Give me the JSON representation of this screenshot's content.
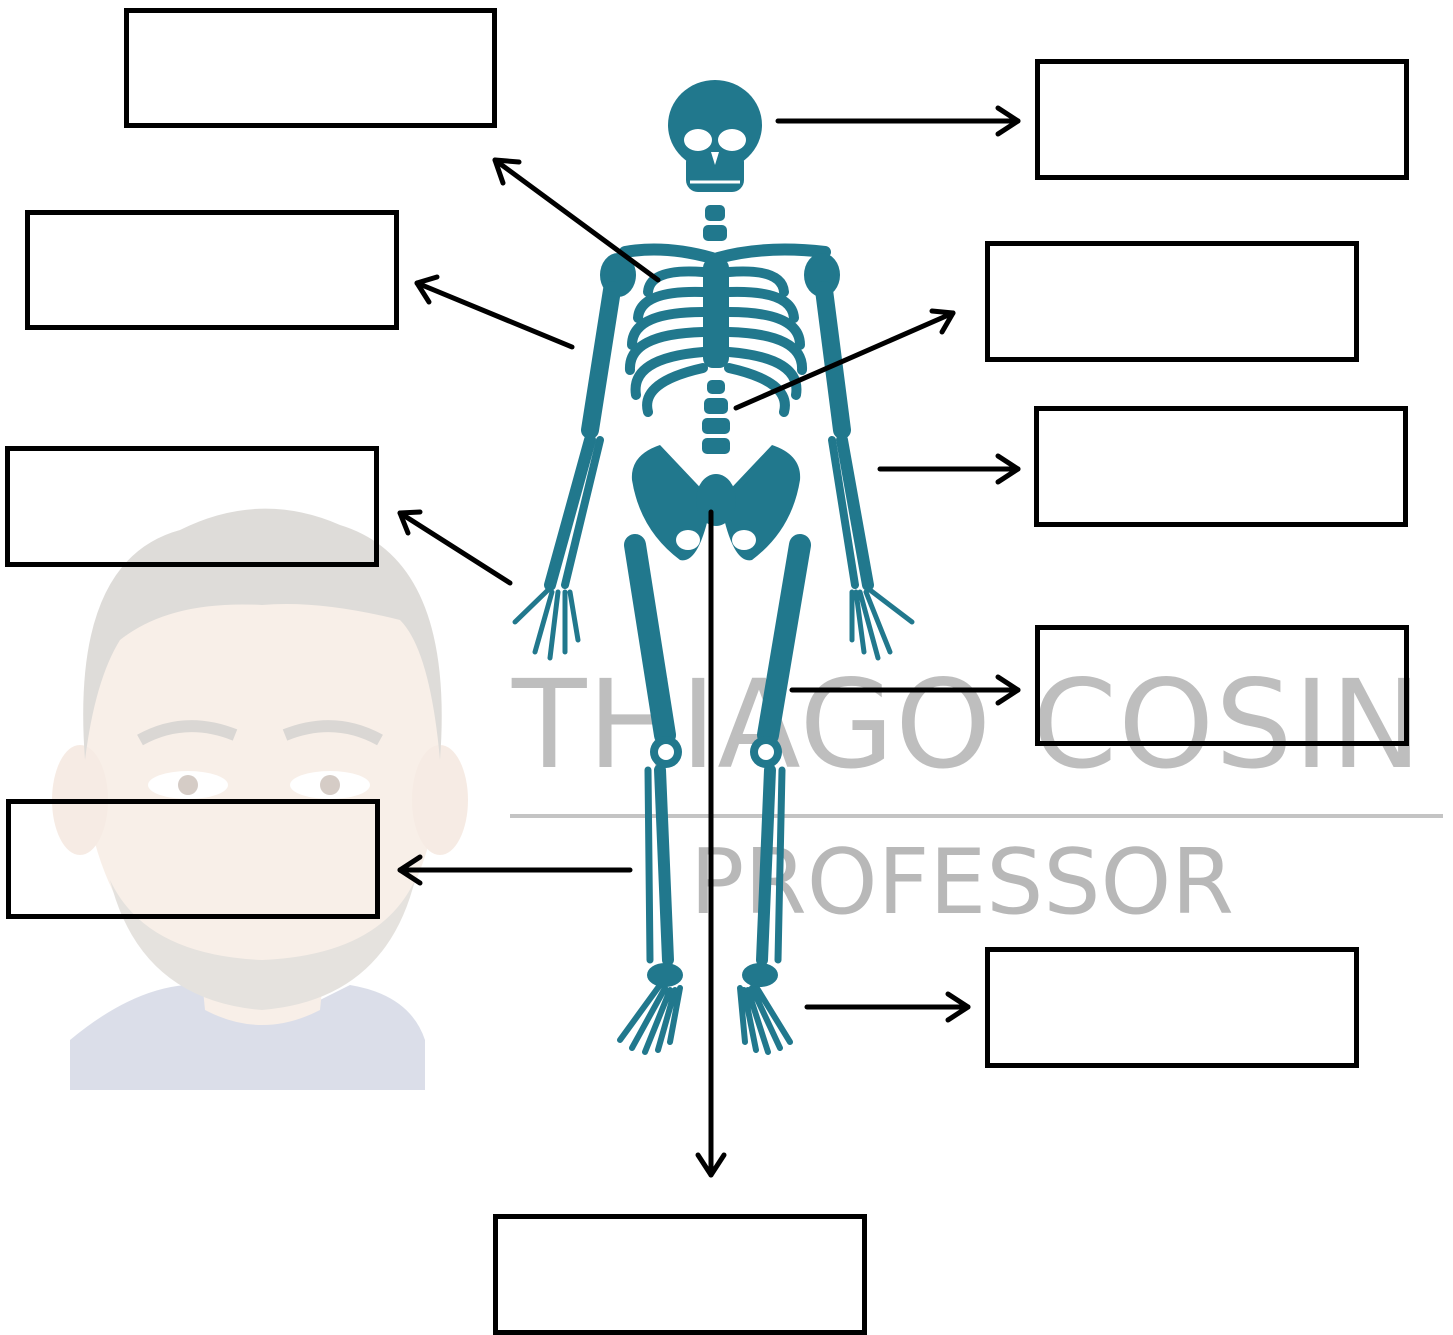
{
  "watermark": {
    "name": "THIAGO COSIN",
    "subtitle": "PROFESSOR"
  },
  "colors": {
    "skeleton": "#21788d",
    "arrow": "#000000",
    "box_border": "#000000",
    "watermark_text": "#b8b8b8",
    "avatar_skin": "#e9c7ae",
    "avatar_hair": "#8c8478",
    "avatar_shirt": "#7f8db3"
  },
  "labels": [
    {
      "id": "top-left",
      "text": ""
    },
    {
      "id": "upper-left",
      "text": ""
    },
    {
      "id": "middle-left",
      "text": ""
    },
    {
      "id": "lower-left",
      "text": ""
    },
    {
      "id": "top-right",
      "text": ""
    },
    {
      "id": "upper-right",
      "text": ""
    },
    {
      "id": "middle-right",
      "text": ""
    },
    {
      "id": "lower-right",
      "text": ""
    },
    {
      "id": "bottom-right",
      "text": ""
    },
    {
      "id": "bottom-center",
      "text": ""
    }
  ]
}
